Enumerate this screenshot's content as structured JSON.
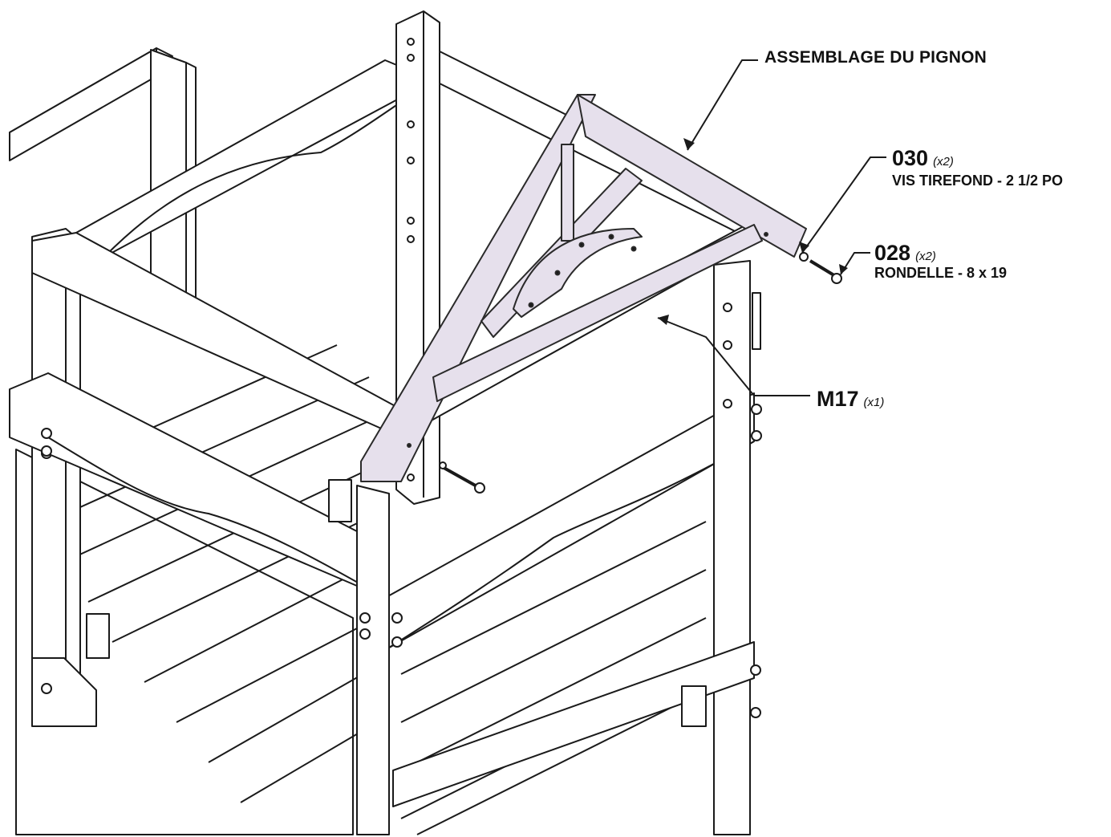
{
  "diagram": {
    "colors": {
      "line": "#1a1a1a",
      "wood": "#ffffff",
      "highlight": "#e6e0ec",
      "highlight_edge": "#2a2a2a"
    },
    "callouts": {
      "assembly": {
        "text": "ASSEMBLAGE DU PIGNON"
      },
      "part_030": {
        "code": "030",
        "qty": "(x2)",
        "desc": "VIS TIREFOND - 2 1/2 PO"
      },
      "part_028": {
        "code": "028",
        "qty": "(x2)",
        "desc": "RONDELLE - 8 x 19"
      },
      "part_m17": {
        "code": "M17",
        "qty": "(x1)"
      }
    }
  }
}
